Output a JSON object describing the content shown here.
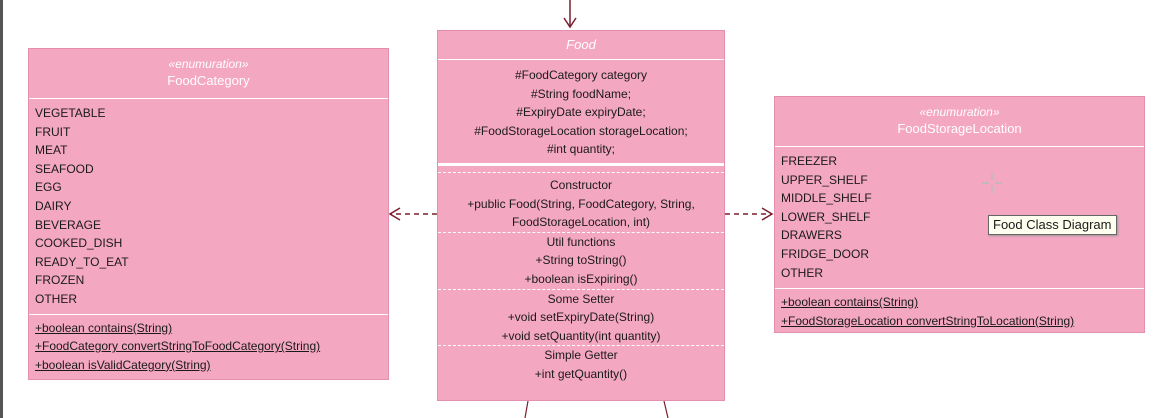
{
  "tooltip": "Food Class Diagram",
  "food_category": {
    "stereotype": "«enumuration»",
    "name": "FoodCategory",
    "values": [
      "VEGETABLE",
      "FRUIT",
      "MEAT",
      "SEAFOOD",
      "EGG",
      "DAIRY",
      "BEVERAGE",
      "COOKED_DISH",
      "READY_TO_EAT",
      "FROZEN",
      "OTHER"
    ],
    "methods": [
      "+boolean contains(String)",
      "+FoodCategory convertStringToFoodCategory(String)",
      "+boolean isValidCategory(String)"
    ]
  },
  "food": {
    "name": "Food",
    "attributes": [
      "#FoodCategory category",
      "#String foodName;",
      "#ExpiryDate expiryDate;",
      "#FoodStorageLocation storageLocation;",
      "#int quantity;"
    ],
    "groups": [
      {
        "label": "Constructor",
        "lines": [
          "+public Food(String, FoodCategory, String,",
          "FoodStorageLocation, int)"
        ]
      },
      {
        "label": "Util functions",
        "lines": [
          "+String toString()",
          "+boolean isExpiring()"
        ]
      },
      {
        "label": "Some Setter",
        "lines": [
          "+void setExpiryDate(String)",
          "+void setQuantity(int quantity)"
        ]
      },
      {
        "label": "Simple Getter",
        "lines": [
          "+int getQuantity()"
        ]
      }
    ]
  },
  "food_storage_location": {
    "stereotype": "«enumuration»",
    "name": "FoodStorageLocation",
    "values": [
      "FREEZER",
      "UPPER_SHELF",
      "MIDDLE_SHELF",
      "LOWER_SHELF",
      "DRAWERS",
      "FRIDGE_DOOR",
      "OTHER"
    ],
    "methods": [
      "+boolean contains(String)",
      "+FoodStorageLocation convertStringToLocation(String)"
    ]
  },
  "colors": {
    "class_fill": "#f4a7c1",
    "arrow": "#7a1f2e",
    "divider": "#ffffff"
  }
}
